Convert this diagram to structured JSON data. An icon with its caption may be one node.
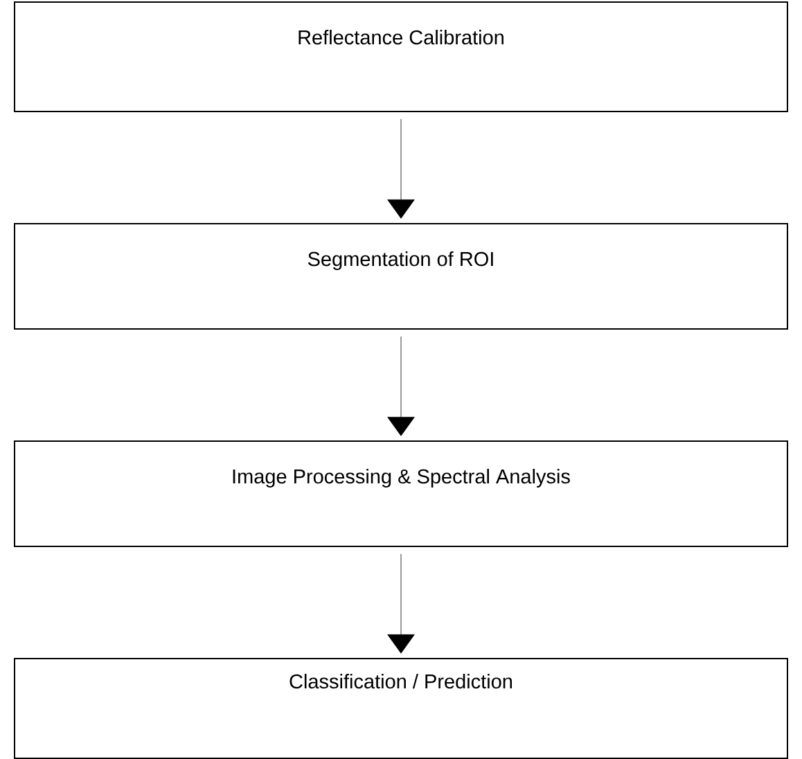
{
  "diagram": {
    "nodes": [
      {
        "text": [
          "Reflectance Calibration"
        ]
      },
      {
        "text": [
          "Segmentation of ROI"
        ]
      },
      {
        "text": [
          "Image Processing & Spectral Analysis"
        ]
      },
      {
        "text": [
          "Classification / Prediction"
        ]
      }
    ],
    "edges": [
      {
        "from": 0,
        "to": 1,
        "arrow": "to"
      },
      {
        "from": 1,
        "to": 2,
        "arrow": "to"
      },
      {
        "from": 2,
        "to": 3,
        "arrow": "to"
      }
    ]
  }
}
